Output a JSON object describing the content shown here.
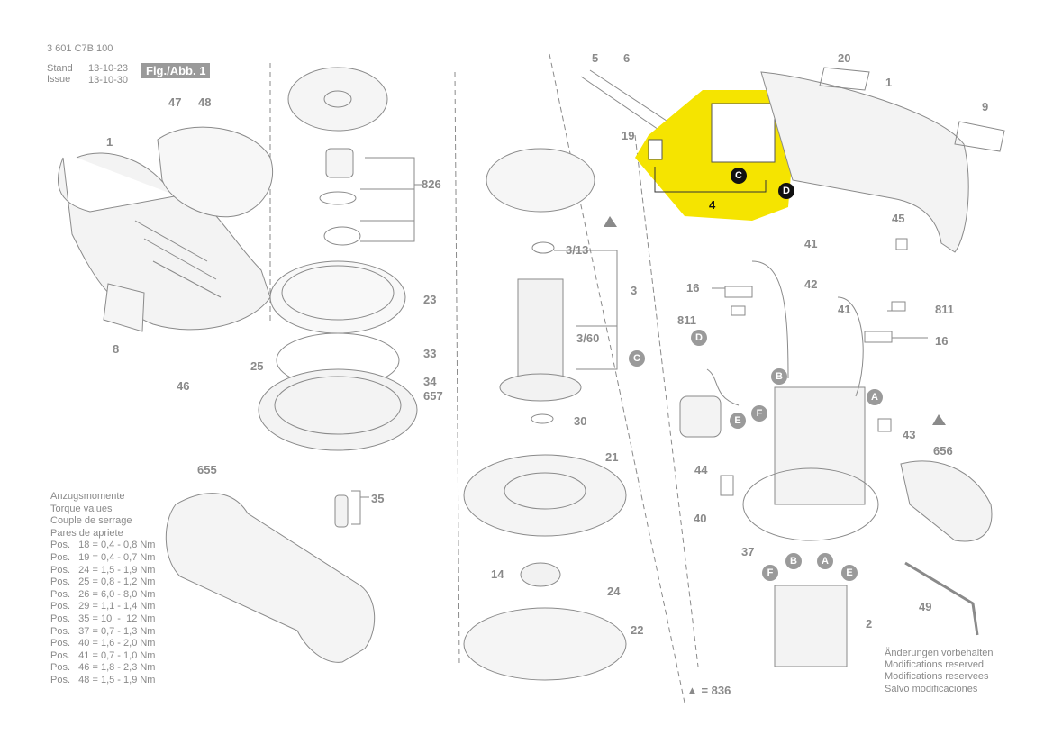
{
  "header": {
    "part_number": "3 601 C7B 100",
    "stand_label": "Stand",
    "issue_label": "Issue",
    "stand_date_old": "13-10-23",
    "issue_date": "13-10-30",
    "fig_label": "Fig./Abb. 1"
  },
  "colors": {
    "highlight": "#f5e400",
    "line": "#8a8a8a",
    "badge_gray": "#9a9a9a",
    "badge_black": "#111111"
  },
  "part_labels": {
    "p1a": "1",
    "p47": "47",
    "p48": "48",
    "p826": "826",
    "p23": "23",
    "p33": "33",
    "p34": "34",
    "p657": "657",
    "p8": "8",
    "p25": "25",
    "p46": "46",
    "p655": "655",
    "p35": "35",
    "p5": "5",
    "p6": "6",
    "p19": "19",
    "p4": "4",
    "p3_13": "3/13",
    "p3": "3",
    "p3_60": "3/60",
    "p30": "30",
    "p21": "21",
    "p14": "14",
    "p24": "24",
    "p22": "22",
    "p20": "20",
    "p1b": "1",
    "p9": "9",
    "p45": "45",
    "p41a": "41",
    "p16a": "16",
    "p42": "42",
    "p811a": "811",
    "p41b": "41",
    "p811b": "811",
    "p16b": "16",
    "p43": "43",
    "p656": "656",
    "p44": "44",
    "p40": "40",
    "p37": "37",
    "p49": "49",
    "p2": "2"
  },
  "badges": {
    "C_hl": "C",
    "D_hl": "D",
    "D1": "D",
    "C1": "C",
    "B1": "B",
    "A1": "A",
    "E1": "E",
    "F1": "F",
    "F2": "F",
    "B2": "B",
    "A2": "A",
    "E2": "E"
  },
  "torque": {
    "titles": [
      "Anzugsmomente",
      "Torque values",
      "Couple de serrage",
      "Pares de apriete"
    ],
    "rows": [
      "Pos.   18 = 0,4 - 0,8 Nm",
      "Pos.   19 = 0,4 - 0,7 Nm",
      "Pos.   24 = 1,5 - 1,9 Nm",
      "Pos.   25 = 0,8 - 1,2 Nm",
      "Pos.   26 = 6,0 - 8,0 Nm",
      "Pos.   29 = 1,1 - 1,4 Nm",
      "Pos.   35 = 10  -  12 Nm",
      "Pos.   37 = 0,7 - 1,3 Nm",
      "Pos.   40 = 1,6 - 2,0 Nm",
      "Pos.   41 = 0,7 - 1,0 Nm",
      "Pos.   46 = 1,8 - 2,3 Nm",
      "Pos.   48 = 1,5 - 1,9 Nm"
    ]
  },
  "footer": {
    "triangle_note": "▲ = 836",
    "modifications": [
      "Änderungen vorbehalten",
      "Modifications reserved",
      "Modifications reservees",
      "Salvo modificaciones"
    ]
  }
}
